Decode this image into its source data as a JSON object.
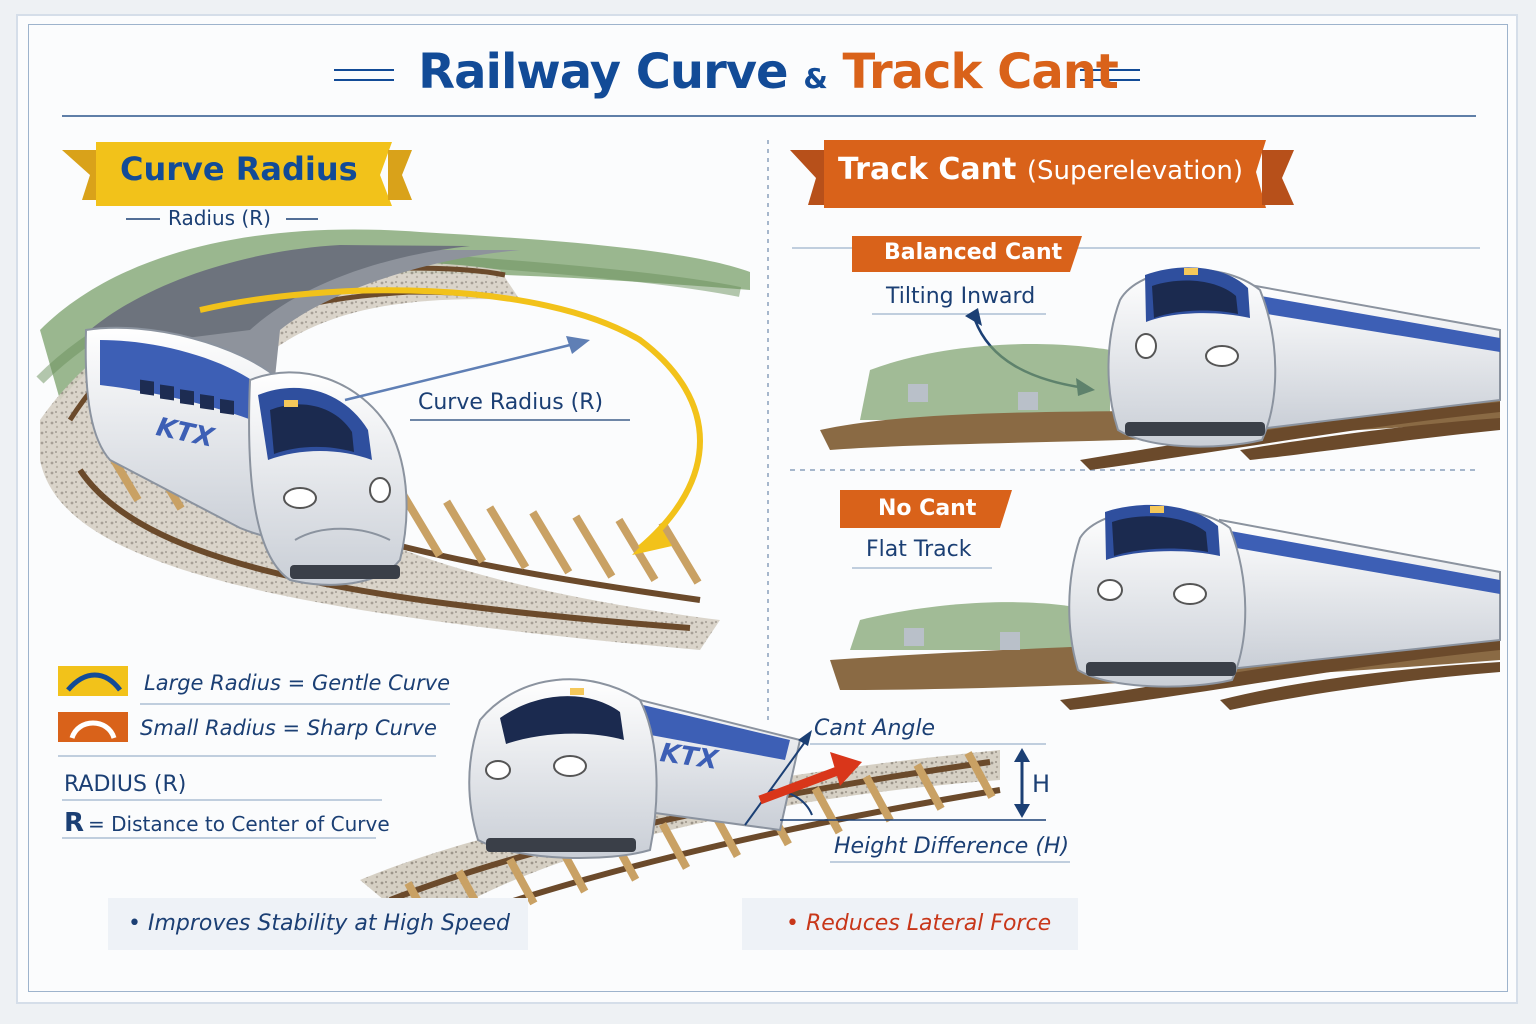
{
  "title": {
    "part1": "Railway Curve",
    "amp": "&",
    "part2": "Track Cant"
  },
  "left": {
    "banner": "Curve Radius",
    "radius_caption": "Radius (R)",
    "curve_label": "Curve Radius (R)",
    "train_logo": "KTX",
    "legend": [
      {
        "text": "Large Radius = Gentle Curve"
      },
      {
        "text": "Small Radius = Sharp Curve"
      }
    ],
    "radius_heading": "RADIUS (R)",
    "radius_letter": "R",
    "radius_definition": "= Distance to Center of Curve",
    "note": "• Improves Stability at High Speed"
  },
  "right": {
    "banner": "Track Cant",
    "banner_sub": "(Superelevation)",
    "balanced_tag": "Balanced Cant",
    "tilting_label": "Tilting Inward",
    "nocant_tag": "No Cant",
    "flat_label": "Flat Track",
    "cant_angle_label": "Cant Angle",
    "h_label": "H",
    "height_label": "Height Difference (H)",
    "train_logo": "KTX",
    "note": "• Reduces Lateral Force"
  },
  "colors": {
    "navy": "#124b97",
    "orange": "#d9621a",
    "yellow": "#f2c21a",
    "train_blue": "#3d5fb5",
    "red_arrow": "#d9361a"
  },
  "icons": [
    "gentle-curve-icon",
    "sharp-curve-icon",
    "radius-arrow-icon",
    "height-arrow-icon"
  ]
}
